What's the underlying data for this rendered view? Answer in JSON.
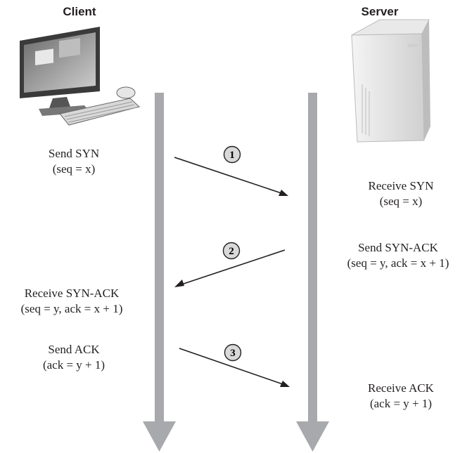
{
  "headers": {
    "client": "Client",
    "server": "Server"
  },
  "steps": [
    {
      "number": "1",
      "client_text": [
        "Send SYN",
        "(seq = x)"
      ],
      "server_text": [
        "Receive SYN",
        "(seq = x)"
      ]
    },
    {
      "number": "2",
      "server_text": [
        "Send SYN-ACK",
        "(seq = y, ack = x + 1)"
      ],
      "client_text": [
        "Receive SYN-ACK",
        "(seq = y, ack = x + 1)"
      ]
    },
    {
      "number": "3",
      "client_text": [
        "Send ACK",
        "(ack = y + 1)"
      ],
      "server_text": [
        "Receive ACK",
        "(ack = y + 1)"
      ]
    }
  ],
  "icons": {
    "client": "desktop-computer-icon",
    "server": "server-tower-icon"
  },
  "colors": {
    "timeline": "#a7a9ac",
    "text": "#231f20",
    "circle_fill": "#d9d9d9"
  }
}
